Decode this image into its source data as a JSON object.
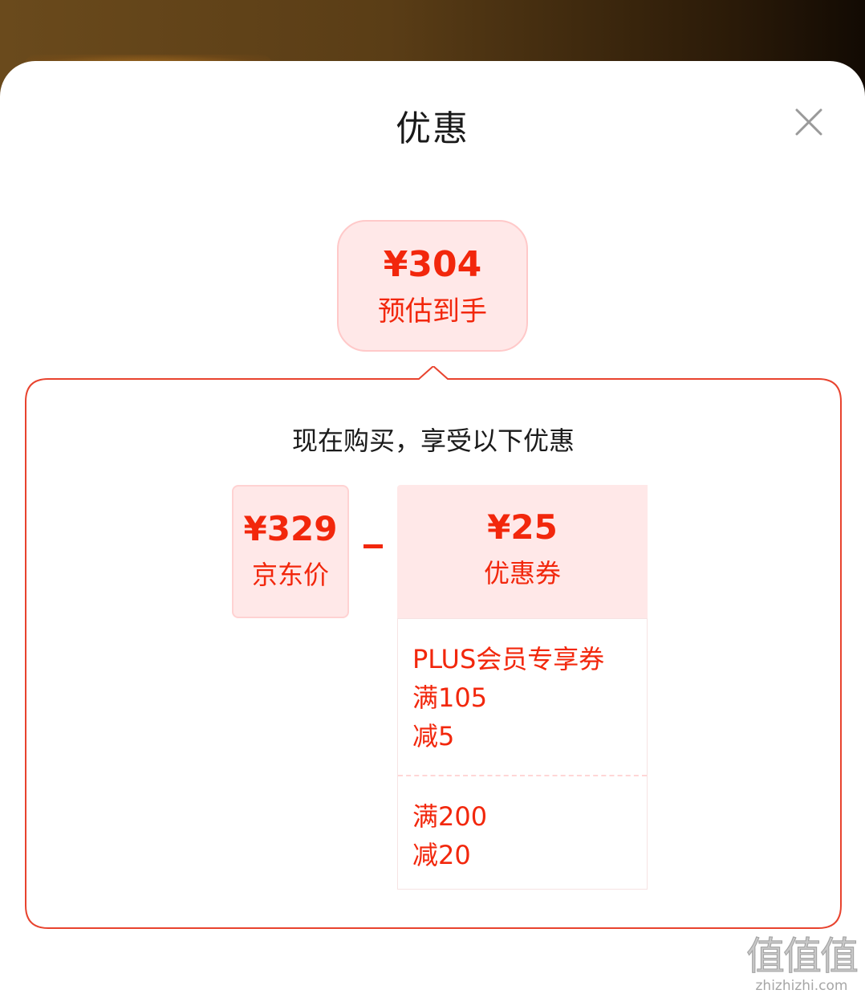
{
  "sheet": {
    "title": "优惠",
    "close_icon": "close-icon"
  },
  "estimate": {
    "price": "¥304",
    "label": "预估到手"
  },
  "promotion": {
    "heading": "现在购买，享受以下优惠",
    "base_price": {
      "amount": "¥329",
      "label": "京东价"
    },
    "operator": "minus",
    "coupon": {
      "amount": "¥25",
      "label": "优惠券",
      "items": [
        {
          "lines": [
            "PLUS会员专享券",
            "满105",
            "减5"
          ]
        },
        {
          "lines": [
            "满200",
            "减20"
          ]
        }
      ]
    }
  },
  "watermark": {
    "glyphs": "值值值",
    "url": "zhizhizhi.com"
  },
  "colors": {
    "accent_red": "#f2270c",
    "badge_bg": "#ffe8e8",
    "frame_border": "#e8432e"
  }
}
